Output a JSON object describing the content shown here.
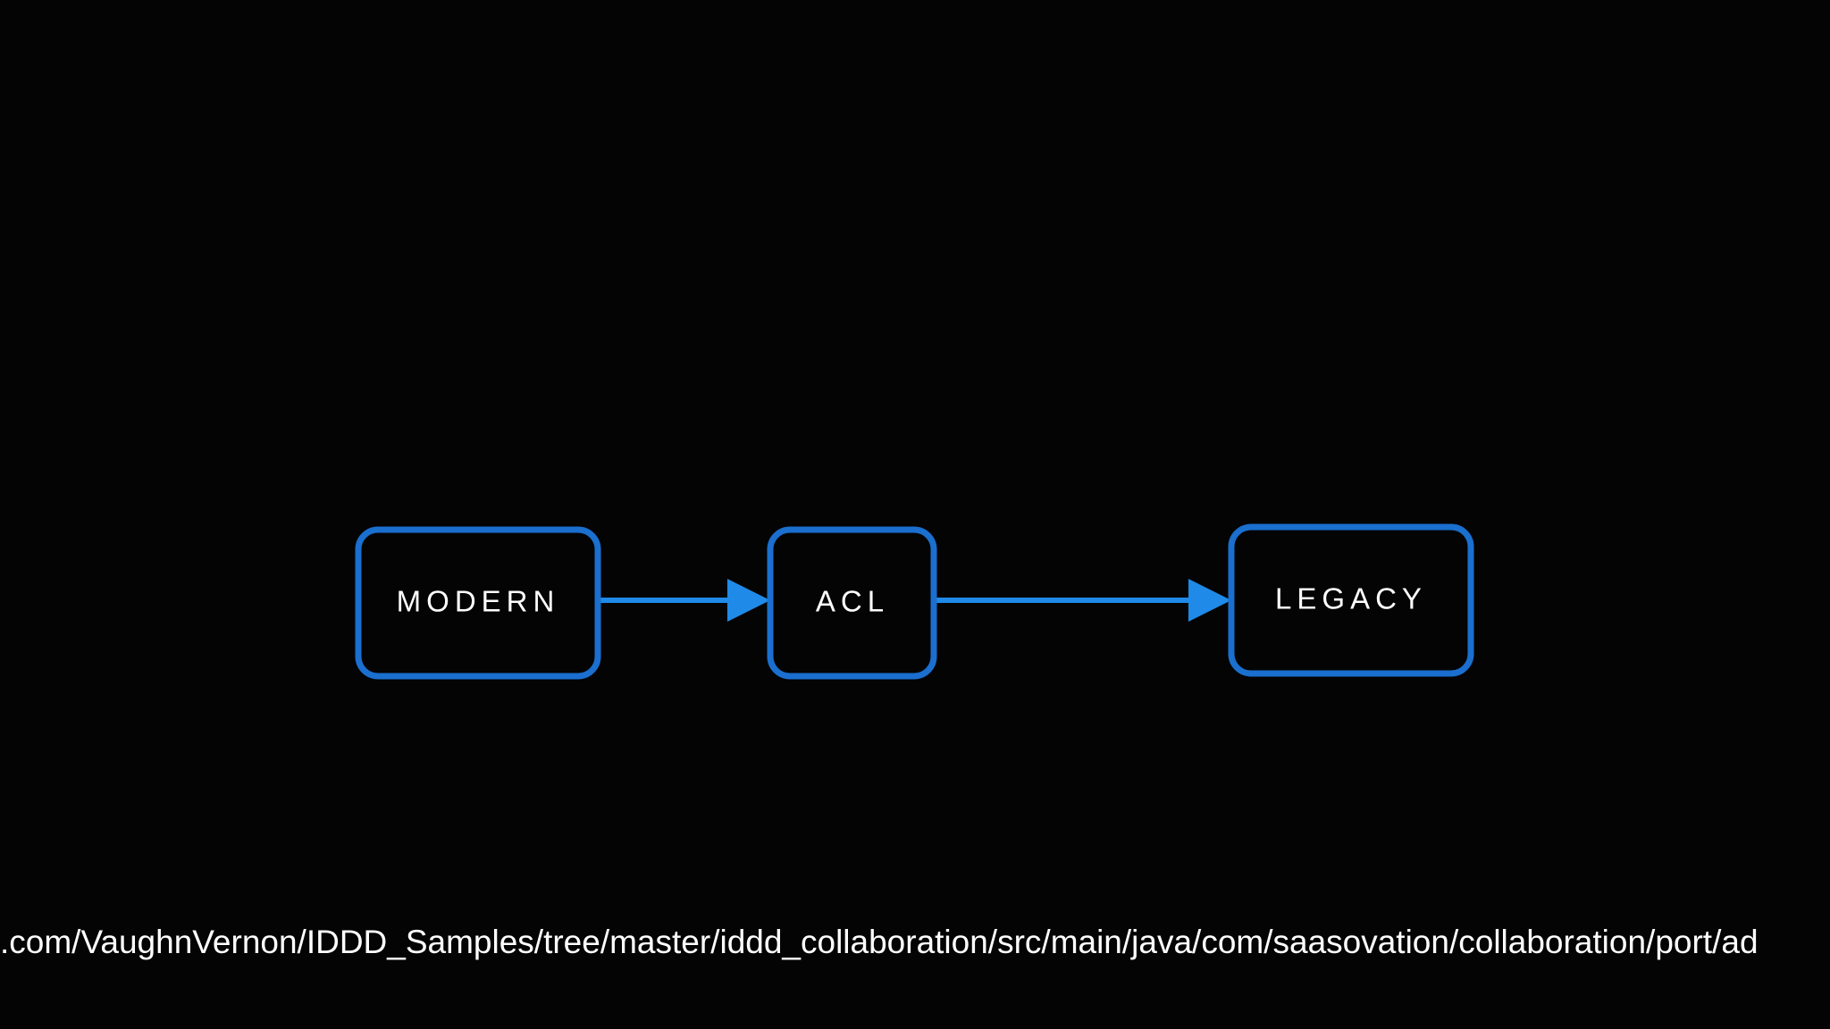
{
  "diagram": {
    "nodes": [
      {
        "id": "modern",
        "label": "MODERN"
      },
      {
        "id": "acl",
        "label": "ACL"
      },
      {
        "id": "legacy",
        "label": "LEGACY"
      }
    ],
    "edges": [
      {
        "from": "modern",
        "to": "acl"
      },
      {
        "from": "acl",
        "to": "legacy"
      }
    ],
    "colors": {
      "node_border": "#1a6fcf",
      "arrow": "#1f8ae8",
      "text": "#ffffff",
      "background": "#040405"
    }
  },
  "caption": {
    "text": ".com/VaughnVernon/IDDD_Samples/tree/master/iddd_collaboration/src/main/java/com/saasovation/collaboration/port/ad"
  }
}
